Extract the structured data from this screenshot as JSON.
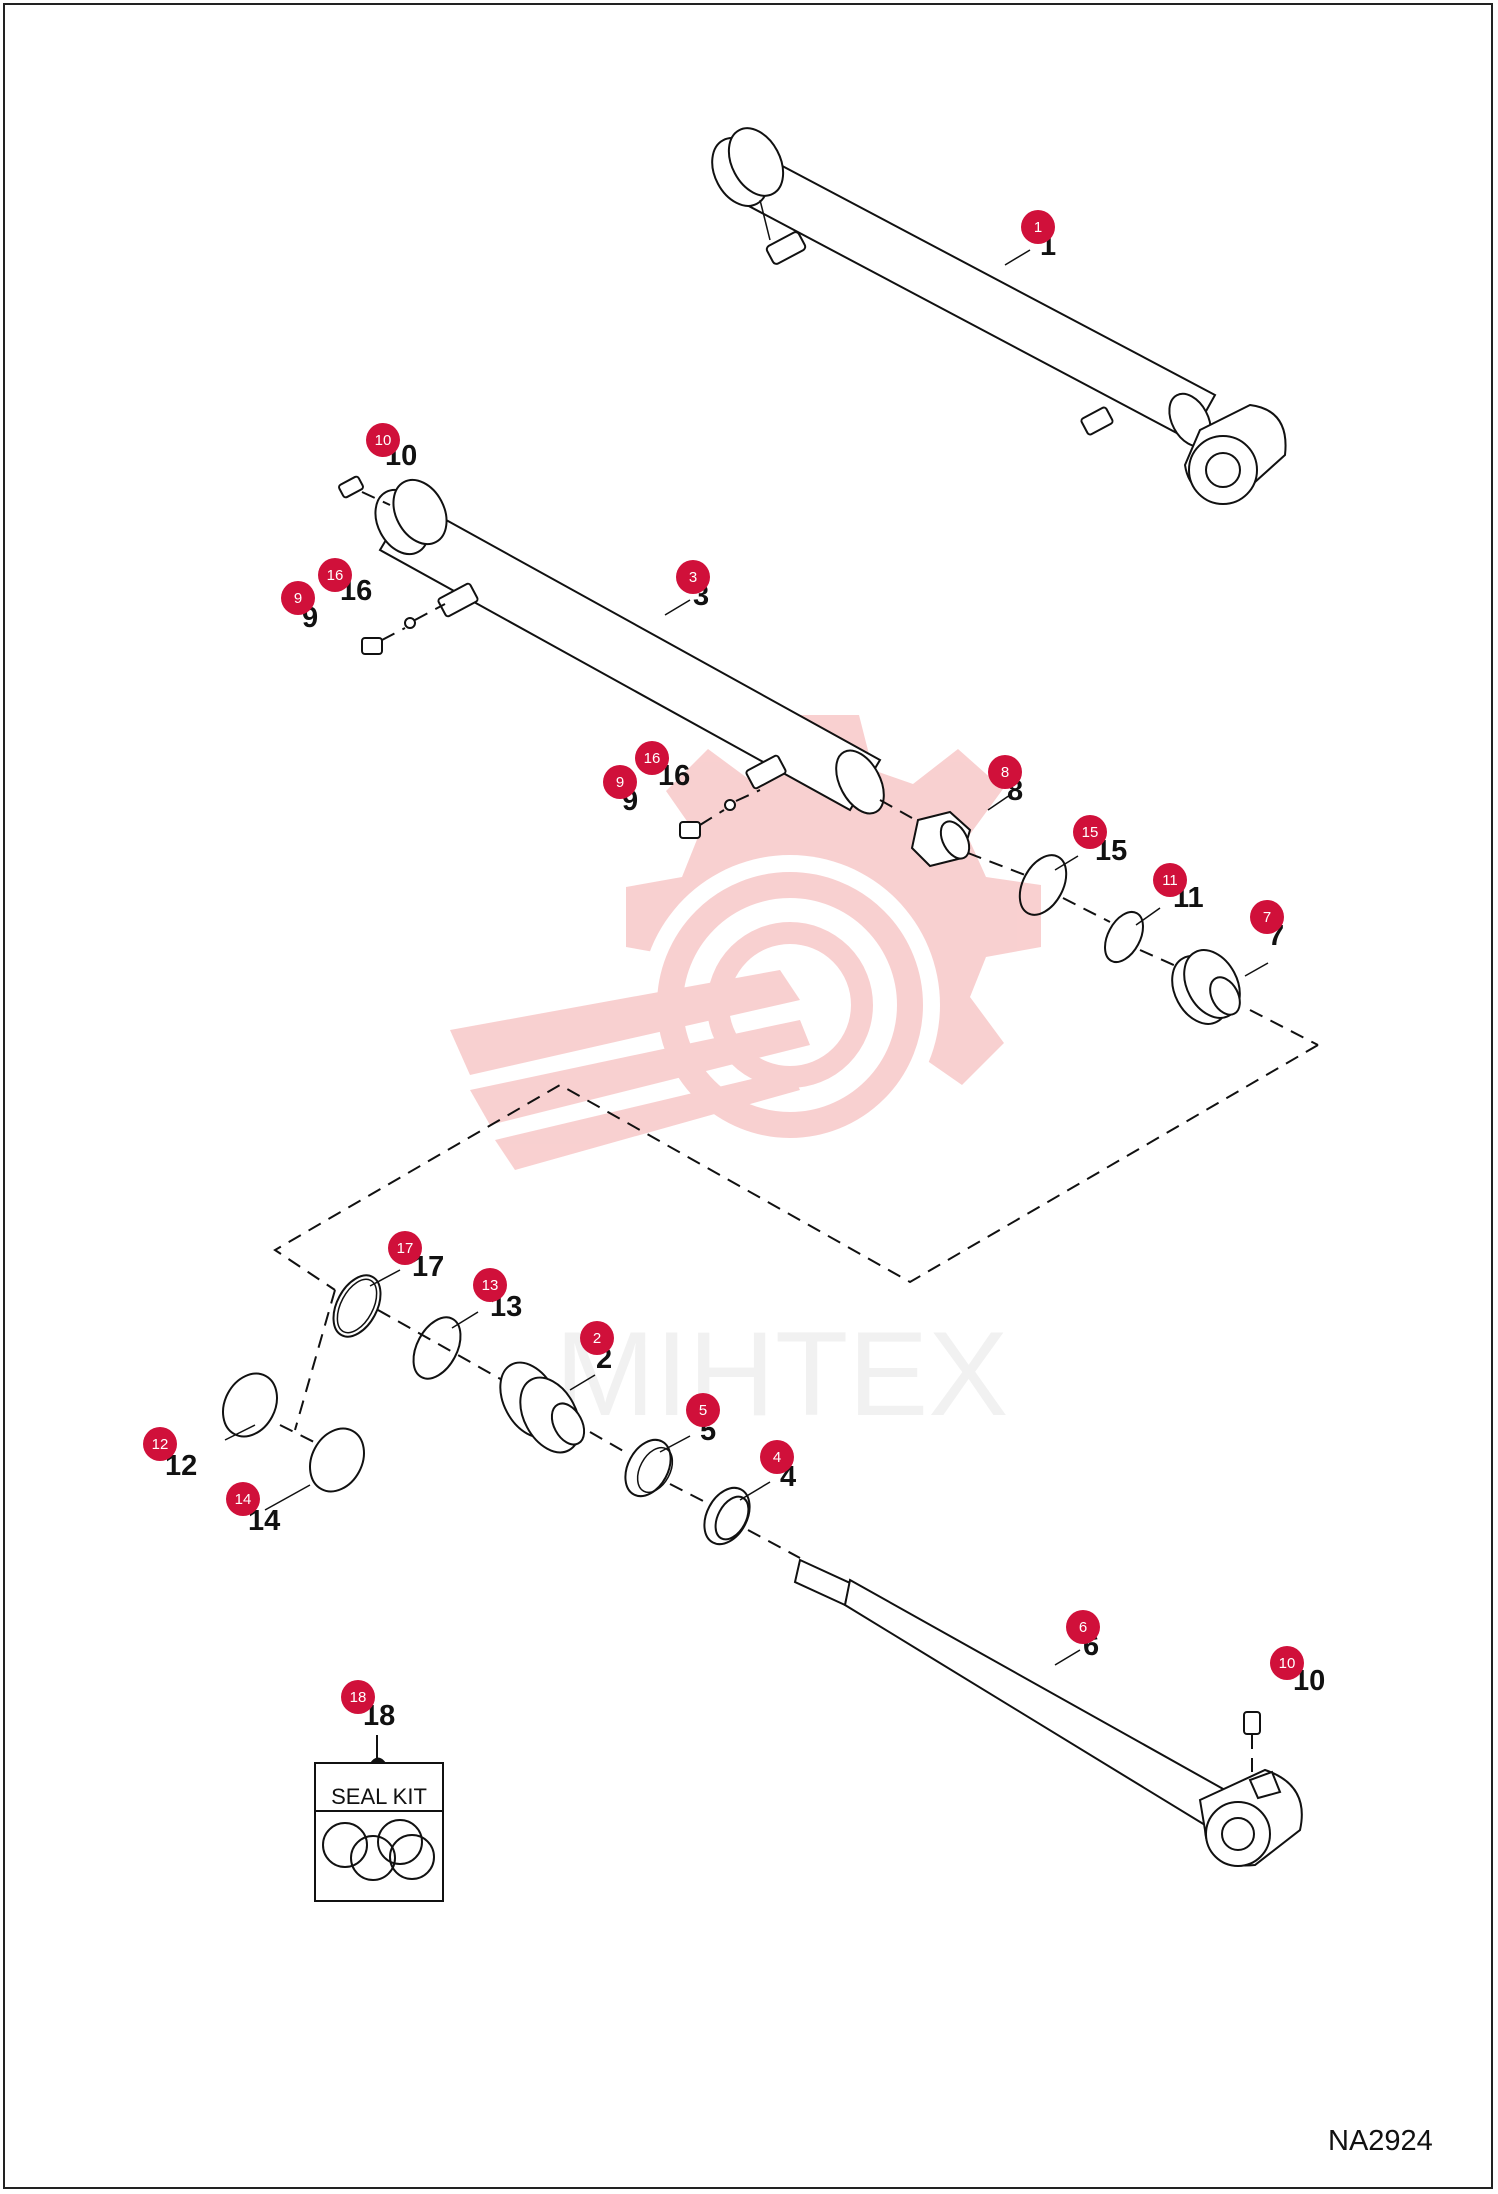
{
  "drawing": {
    "code": "NA2924",
    "watermark": "MIHTEX",
    "seal_kit_label": "SEAL KIT"
  },
  "colors": {
    "badge": "#d0103a",
    "watermark": "#f4aaaa"
  },
  "callouts": [
    {
      "id": "c1",
      "number": "1",
      "label": "1"
    },
    {
      "id": "c3",
      "number": "3",
      "label": "3"
    },
    {
      "id": "c10a",
      "number": "10",
      "label": "10"
    },
    {
      "id": "c16a",
      "number": "16",
      "label": "16"
    },
    {
      "id": "c9a",
      "number": "9",
      "label": "9"
    },
    {
      "id": "c16b",
      "number": "16",
      "label": "16"
    },
    {
      "id": "c9b",
      "number": "9",
      "label": "9"
    },
    {
      "id": "c8",
      "number": "8",
      "label": "8"
    },
    {
      "id": "c15",
      "number": "15",
      "label": "15"
    },
    {
      "id": "c11",
      "number": "11",
      "label": "11"
    },
    {
      "id": "c7",
      "number": "7",
      "label": "7"
    },
    {
      "id": "c17",
      "number": "17",
      "label": "17"
    },
    {
      "id": "c13",
      "number": "13",
      "label": "13"
    },
    {
      "id": "c2",
      "number": "2",
      "label": "2"
    },
    {
      "id": "c5",
      "number": "5",
      "label": "5"
    },
    {
      "id": "c4",
      "number": "4",
      "label": "4"
    },
    {
      "id": "c12",
      "number": "12",
      "label": "12"
    },
    {
      "id": "c14",
      "number": "14",
      "label": "14"
    },
    {
      "id": "c6",
      "number": "6",
      "label": "6"
    },
    {
      "id": "c10b",
      "number": "10",
      "label": "10"
    },
    {
      "id": "c18",
      "number": "18",
      "label": "18"
    }
  ]
}
